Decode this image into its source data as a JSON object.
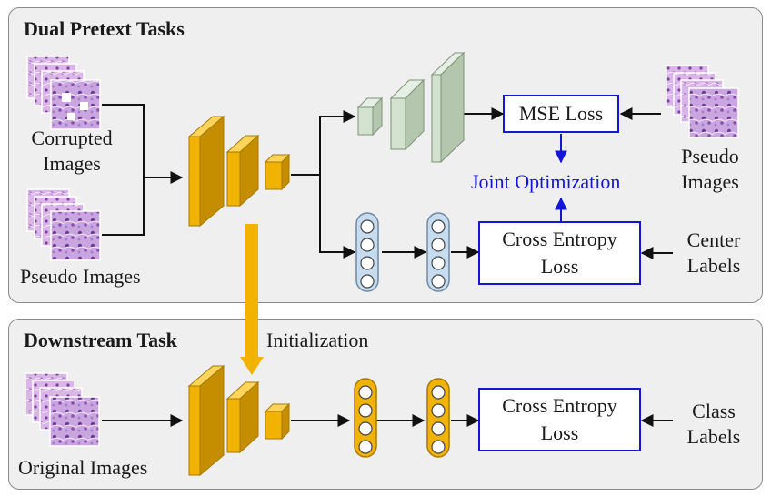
{
  "top_panel": {
    "title": "Dual Pretext Tasks",
    "corrupted_label_1": "Corrupted",
    "corrupted_label_2": "Images",
    "pseudo_left_label": "Pseudo Images",
    "pseudo_right_label_1": "Pseudo",
    "pseudo_right_label_2": "Images",
    "mse_loss": "MSE Loss",
    "joint_optimization": "Joint Optimization",
    "cross_entropy_1": "Cross Entropy",
    "cross_entropy_2": "Loss",
    "center_labels_1": "Center",
    "center_labels_2": "Labels"
  },
  "bottom_panel": {
    "title": "Downstream Task",
    "initialization": "Initialization",
    "original_label": "Original Images",
    "cross_entropy_1": "Cross Entropy",
    "cross_entropy_2": "Loss",
    "class_labels_1": "Class",
    "class_labels_2": "Labels"
  },
  "colors": {
    "encoder_orange": "#f2b300",
    "decoder_green": "#d3e2cf",
    "fc_blue": "#c7dcef",
    "loss_border_blue": "#1515d8",
    "joint_text_blue": "#1515d8",
    "panel_gray": "#efefef",
    "tissue_purple": "#9a5fb8"
  }
}
